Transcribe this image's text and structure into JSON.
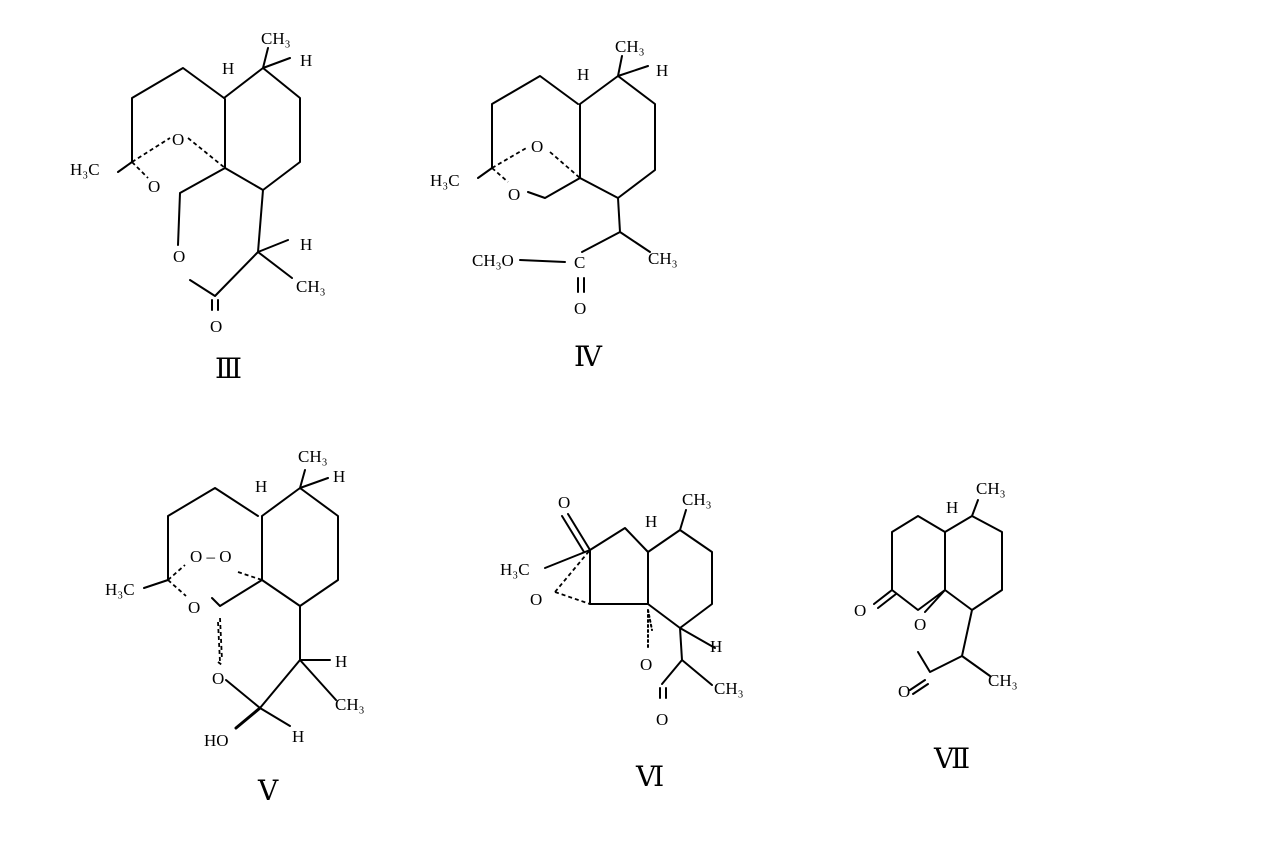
{
  "compounds": [
    {
      "caption": "Ⅲ",
      "labels": {
        "ch3_top": "CH₃",
        "h_top_right": "H",
        "h_ring": "H",
        "o_bridge": "O",
        "h3c": "H₃C",
        "o_ketal": "O",
        "o_lactone": "O",
        "h_side": "H",
        "ch3_side": "CH₃",
        "o_carbonyl": "O"
      }
    },
    {
      "caption": "Ⅳ",
      "labels": {
        "ch3_top": "CH₃",
        "h_top_right": "H",
        "h_ring": "H",
        "o_bridge": "O",
        "h3c": "H₃C",
        "o_ether": "O",
        "ester": "CH₃O",
        "c_carbonyl": "C",
        "ch3_side": "CH₃",
        "o_carbonyl": "O"
      }
    },
    {
      "caption": "Ⅴ",
      "labels": {
        "ch3_top": "CH₃",
        "h_top_right": "H",
        "h_ring": "H",
        "peroxide": "O – O",
        "h3c": "H₃C",
        "o_ketal": "O",
        "o_ring": "O",
        "h_side": "H",
        "ch3_side": "CH₃",
        "ho": "HO",
        "h_bottom": "H"
      }
    },
    {
      "caption": "Ⅵ",
      "labels": {
        "o_acetyl": "O",
        "h3c": "H₃C",
        "h_ring": "H",
        "ch3_top": "CH₃",
        "o_epoxide": "O",
        "h_right": "H",
        "o_lactone": "O",
        "ch3_side": "CH₃",
        "o_carbonyl": "O"
      }
    },
    {
      "caption": "Ⅶ",
      "labels": {
        "h_ring": "H",
        "ch3_top": "CH₃",
        "o_ketone": "O",
        "o_lactone": "O",
        "o_carbonyl": "O",
        "ch3_side": "CH₃"
      }
    }
  ]
}
